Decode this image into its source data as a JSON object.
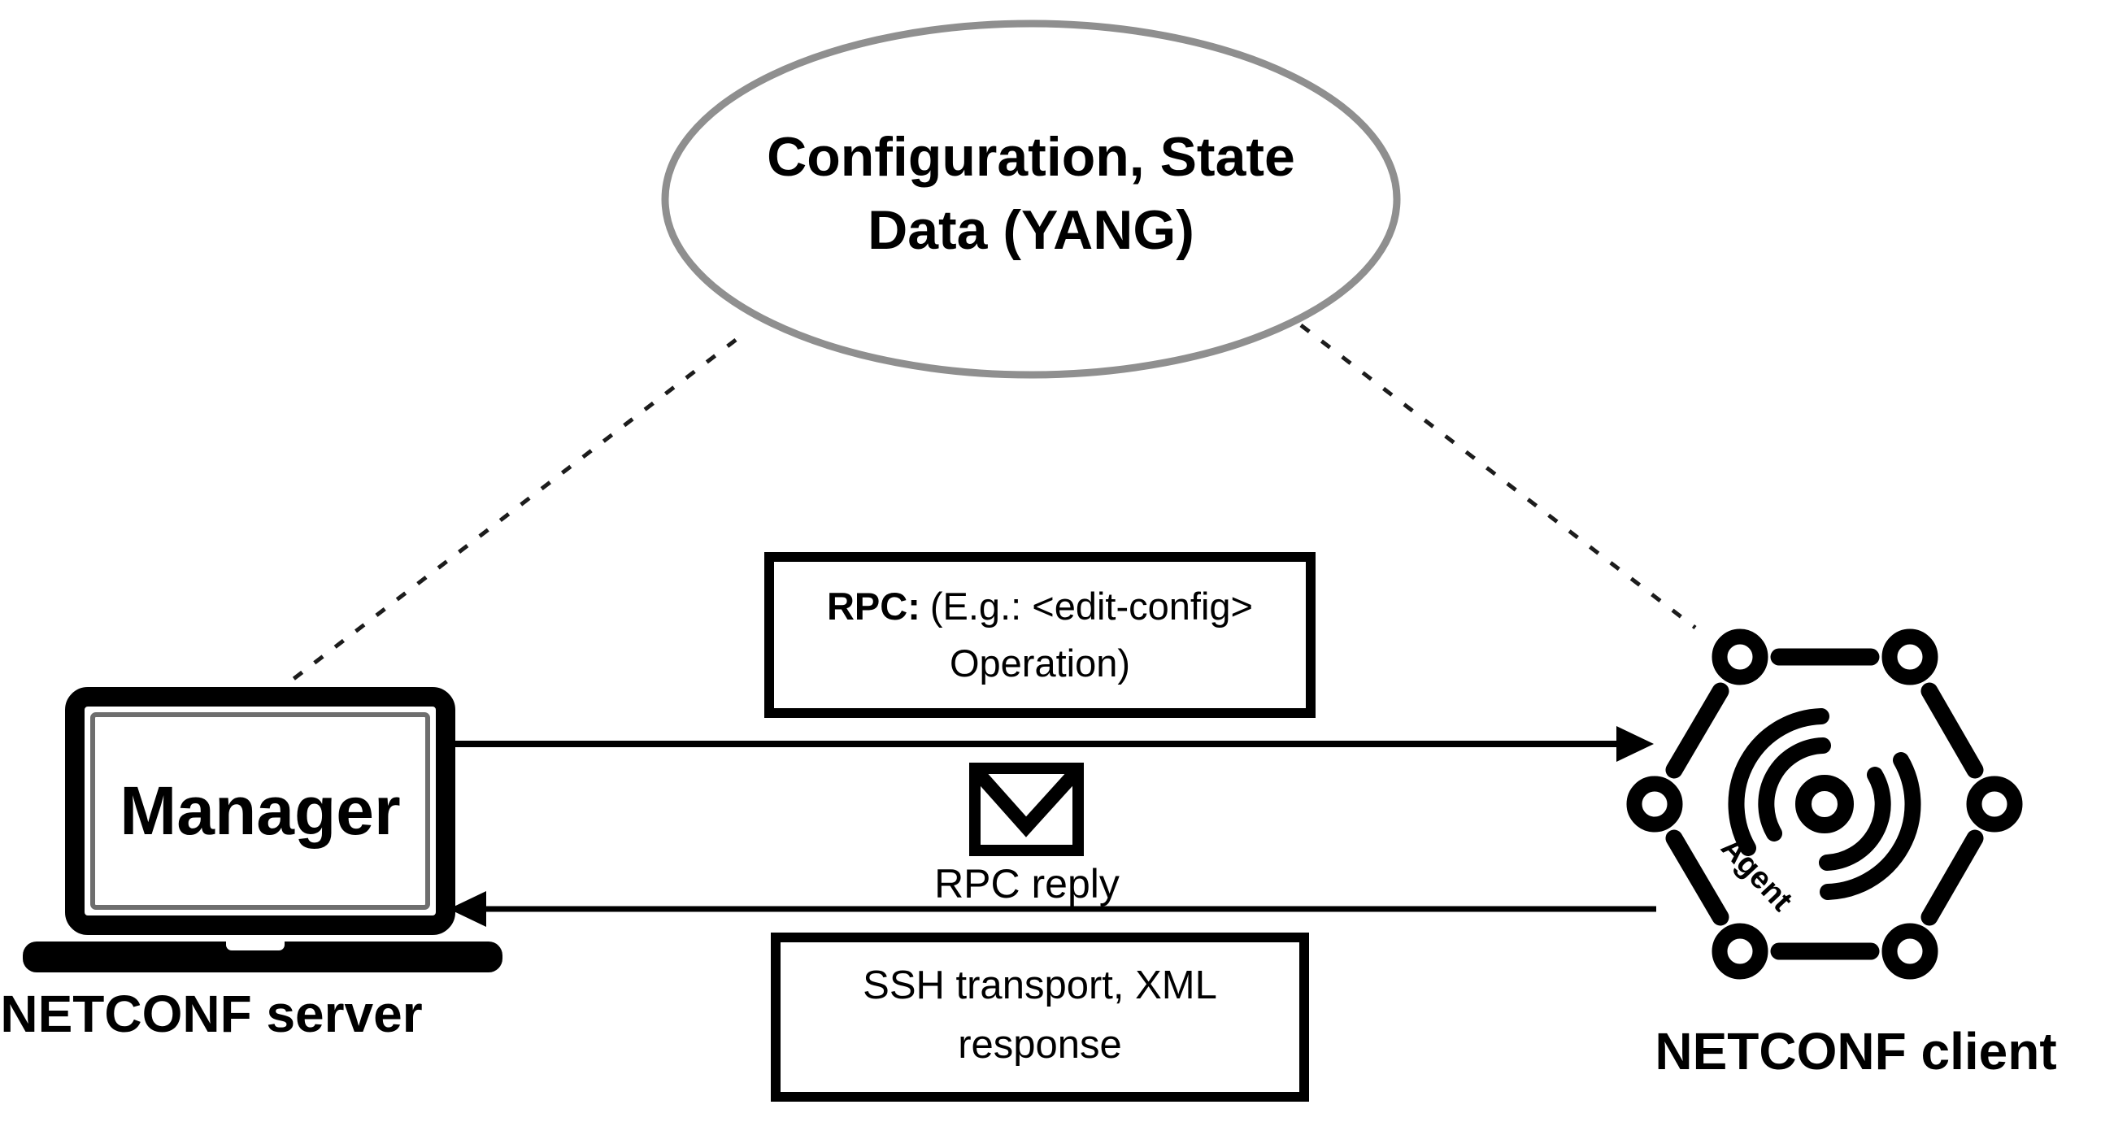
{
  "diagram": {
    "title_ellipse": {
      "line1": "Configuration, State",
      "line2": "Data (YANG)"
    },
    "manager": {
      "label": "Manager",
      "caption": "NETCONF server"
    },
    "client": {
      "caption": "NETCONF client",
      "agent_label": "Agent"
    },
    "rpc_box": {
      "bold_label": "RPC:",
      "line1_rest": "(E.g.: <edit-config>",
      "line2": "Operation)"
    },
    "reply": {
      "label": "RPC reply"
    },
    "ssh_box": {
      "line1": "SSH transport, XML",
      "line2": "response"
    },
    "colors": {
      "ink": "#000000",
      "ellipse_stroke": "#8f8f8f",
      "bezel_gray": "#6e6e6e"
    }
  }
}
